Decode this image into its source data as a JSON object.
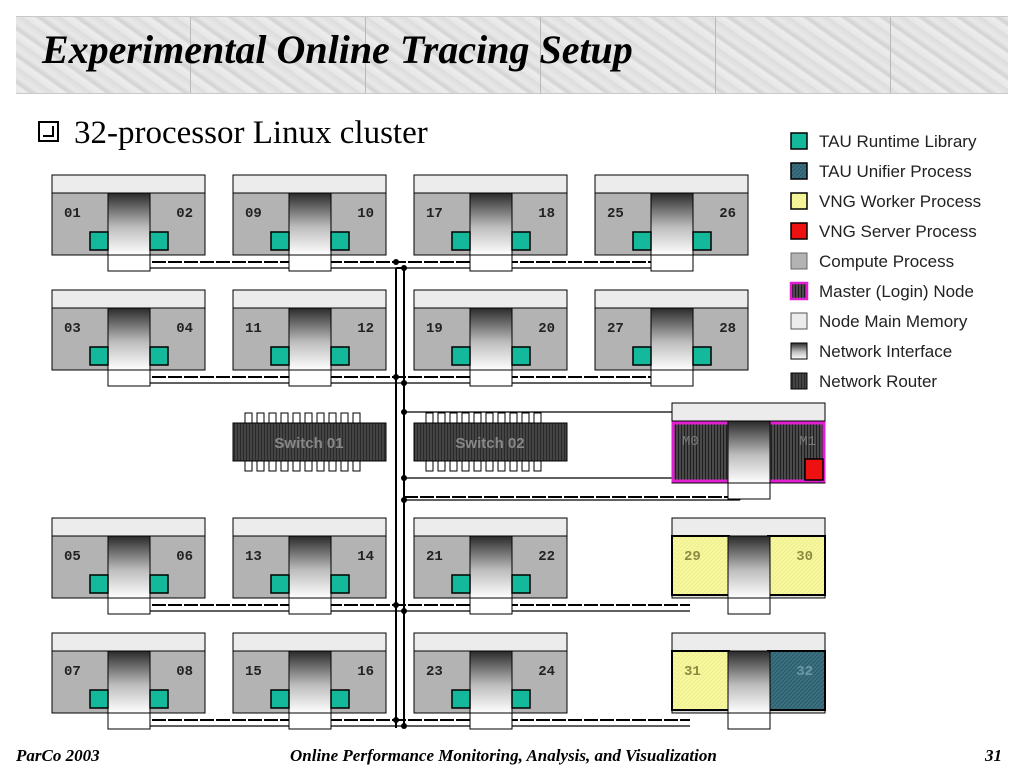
{
  "title": "Experimental Online Tracing Setup",
  "bullet": "32-processor Linux cluster",
  "legend": [
    {
      "label": "TAU Runtime Library",
      "swatch": "tau-runtime"
    },
    {
      "label": "TAU Unifier Process",
      "swatch": "tau-unifier"
    },
    {
      "label": "VNG Worker Process",
      "swatch": "vng-worker"
    },
    {
      "label": "VNG Server Process",
      "swatch": "vng-server"
    },
    {
      "label": "Compute Process",
      "swatch": "compute"
    },
    {
      "label": "Master (Login) Node",
      "swatch": "master"
    },
    {
      "label": "Node Main Memory",
      "swatch": "memory"
    },
    {
      "label": "Network Interface",
      "swatch": "nic"
    },
    {
      "label": "Network Router",
      "swatch": "router"
    }
  ],
  "colors": {
    "tau_runtime": "#14b89a",
    "tau_unifier": "#3a7080",
    "vng_worker": "#f7f7a0",
    "vng_server": "#ee1111",
    "compute": "#b3b3b3",
    "master_border": "#e020d0",
    "memory": "#ececec",
    "router": "#3a3a3a"
  },
  "nodes": [
    {
      "left": "01",
      "right": "02"
    },
    {
      "left": "09",
      "right": "10"
    },
    {
      "left": "17",
      "right": "18"
    },
    {
      "left": "25",
      "right": "26"
    },
    {
      "left": "03",
      "right": "04"
    },
    {
      "left": "11",
      "right": "12"
    },
    {
      "left": "19",
      "right": "20"
    },
    {
      "left": "27",
      "right": "28"
    },
    {
      "left": "05",
      "right": "06"
    },
    {
      "left": "13",
      "right": "14"
    },
    {
      "left": "21",
      "right": "22"
    },
    {
      "left": "07",
      "right": "08"
    },
    {
      "left": "15",
      "right": "16"
    },
    {
      "left": "23",
      "right": "24"
    }
  ],
  "master_node": {
    "left": "M0",
    "right": "M1"
  },
  "vng_nodes": [
    {
      "left": "29",
      "right": "30",
      "left_role": "vng-worker",
      "right_role": "vng-worker"
    },
    {
      "left": "31",
      "right": "32",
      "left_role": "vng-worker",
      "right_role": "tau-unifier"
    }
  ],
  "switches": [
    {
      "label": "Switch 01"
    },
    {
      "label": "Switch 02"
    }
  ],
  "footer": {
    "left": "ParCo 2003",
    "center": "Online Performance Monitoring, Analysis, and Visualization",
    "right": "31"
  }
}
